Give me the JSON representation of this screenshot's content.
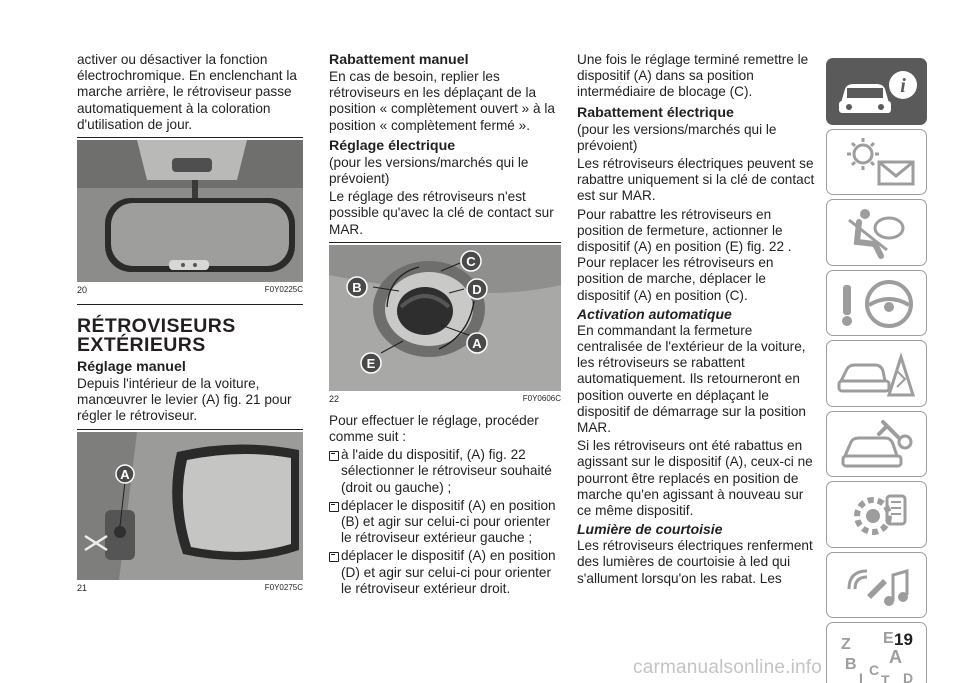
{
  "col1": {
    "intro": "activer ou désactiver la fonction électrochromique. En enclenchant la marche arrière, le rétroviseur passe automatiquement à la coloration d'utilisation de jour.",
    "fig20": {
      "num": "20",
      "code": "F0Y0225C"
    },
    "section_title": "RÉTROVISEURS EXTÉRIEURS",
    "manual_title": "Réglage manuel",
    "manual_text": "Depuis l'intérieur de la voiture, manœuvrer le levier (A) fig. 21 pour régler le rétroviseur.",
    "fig21": {
      "num": "21",
      "code": "F0Y0275C",
      "label_a": "A"
    }
  },
  "col2": {
    "fold_title": "Rabattement manuel",
    "fold_text": "En cas de besoin, replier les rétroviseurs en les déplaçant de la position « complètement ouvert » à la position « complètement fermé ».",
    "elec_title": "Réglage électrique",
    "elec_note": "(pour les versions/marchés qui le prévoient)",
    "elec_text": "Le réglage des rétroviseurs n'est possible qu'avec la clé de contact sur MAR.",
    "fig22": {
      "num": "22",
      "code": "F0Y0606C",
      "labels": [
        "A",
        "B",
        "C",
        "D",
        "E"
      ]
    },
    "proc_intro": "Pour effectuer le réglage, procéder comme suit :",
    "bullets": [
      "à l'aide du dispositif, (A) fig. 22 sélectionner le rétroviseur souhaité (droit ou gauche) ;",
      "déplacer le dispositif (A) en position (B) et agir sur celui-ci pour orienter le rétroviseur extérieur gauche ;",
      "déplacer le dispositif (A) en position (D) et agir sur celui-ci pour orienter le rétroviseur extérieur droit."
    ]
  },
  "col3": {
    "p1": "Une fois le réglage terminé remettre le dispositif (A) dans sa position intermédiaire de blocage (C).",
    "efold_title": "Rabattement électrique",
    "efold_note": "(pour les versions/marchés qui le prévoient)",
    "efold_text": "Les rétroviseurs électriques peuvent se rabattre uniquement si la clé de contact est sur MAR.",
    "efold_text2": "Pour rabattre les rétroviseurs en position de fermeture, actionner le dispositif (A) en position (E) fig. 22 . Pour replacer les rétroviseurs en position de marche, déplacer le dispositif (A) en position (C).",
    "auto_title": "Activation automatique",
    "auto_text": "En commandant la fermeture centralisée de l'extérieur de la voiture, les rétroviseurs se rabattent automatiquement. Ils retourneront en position ouverte en déplaçant le dispositif de démarrage sur la position MAR.",
    "auto_text2": "Si les rétroviseurs ont été rabattus en agissant sur le dispositif (A), ceux-ci ne pourront être replacés en position de marche qu'en agissant à nouveau sur ce même dispositif.",
    "light_title": "Lumière de courtoisie",
    "light_text": "Les rétroviseurs électriques renferment des lumières de courtoisie à led qui s'allument lorsqu'on les rabat. Les"
  },
  "tabs": [
    {
      "icon": "car-info-icon",
      "active": true
    },
    {
      "icon": "warning-lights-icon",
      "active": false
    },
    {
      "icon": "airbag-seat-icon",
      "active": false
    },
    {
      "icon": "steering-wheel-icon",
      "active": false
    },
    {
      "icon": "car-crash-icon",
      "active": false
    },
    {
      "icon": "car-maintenance-icon",
      "active": false
    },
    {
      "icon": "technical-data-icon",
      "active": false
    },
    {
      "icon": "multimedia-icon",
      "active": false
    },
    {
      "icon": "index-az-icon",
      "active": false
    }
  ],
  "index_letters": [
    "Z",
    "E",
    "B",
    "A",
    "I",
    "C",
    "T",
    "D"
  ],
  "page_number": "19",
  "watermark": "carmanualsonline.info"
}
